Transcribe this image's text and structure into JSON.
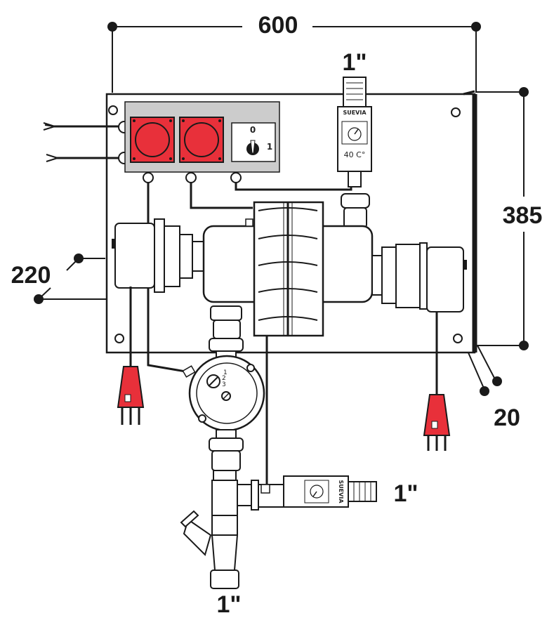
{
  "dimensions": {
    "width": "600",
    "height": "385",
    "depth": "220",
    "wall_offset": "20"
  },
  "connections": {
    "top_inlet": "1\"",
    "side_outlet": "1\"",
    "bottom_outlet": "1\""
  },
  "selector_switch": {
    "position_off": "0",
    "position_on": "1"
  },
  "thermostat_top": {
    "brand": "SUEVIA",
    "setpoint": "40 C°"
  },
  "thermostat_side": {
    "brand": "SUEVIA"
  },
  "pump": {
    "speed_1": "1",
    "speed_2": "2",
    "speed_3": "3"
  },
  "colors": {
    "outline": "#1a1a1a",
    "socket_red": "#e8303a",
    "switch_panel": "#cccccc",
    "background": "#ffffff"
  }
}
